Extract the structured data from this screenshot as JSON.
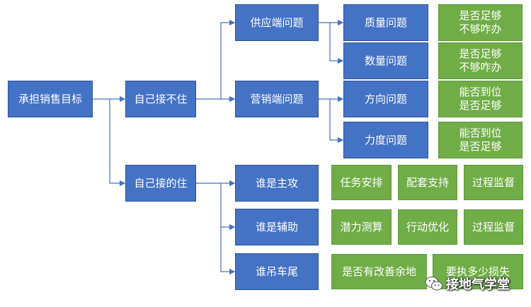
{
  "root": "承担销售目标",
  "branch_cannot_handle": {
    "label": "自己接不住",
    "supply": {
      "label": "供应端问题",
      "quality": {
        "label": "质量问题",
        "note": [
          "是否足够",
          "不够咋办"
        ]
      },
      "quantity": {
        "label": "数量问题",
        "note": [
          "是否足够",
          "不够咋办"
        ]
      }
    },
    "marketing": {
      "label": "营销端问题",
      "direction": {
        "label": "方向问题",
        "note": [
          "能否到位",
          "是否足够"
        ]
      },
      "intensity": {
        "label": "力度问题",
        "note": [
          "能否到位",
          "是否足够"
        ]
      }
    }
  },
  "branch_can_handle": {
    "label": "自己接的住",
    "lead": {
      "label": "谁是主攻",
      "items": [
        "任务安排",
        "配套支持",
        "过程监督"
      ]
    },
    "assist": {
      "label": "谁是辅助",
      "items": [
        "潜力测算",
        "行动优化",
        "过程监督"
      ]
    },
    "tail": {
      "label": "谁吊车尾",
      "items": [
        "是否有改善余地",
        "要执多少损失"
      ]
    }
  },
  "watermark": "接地气学堂",
  "colors": {
    "blue": "#4472c4",
    "green": "#70ad47",
    "line": "#4472c4"
  }
}
